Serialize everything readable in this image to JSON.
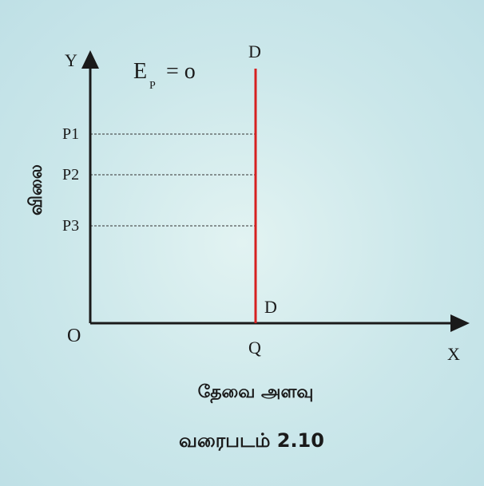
{
  "diagram": {
    "y_axis_label": "Y",
    "x_axis_label": "X",
    "origin_label": "O",
    "equation": {
      "main": "E",
      "subscript": "P",
      "rest": "= o"
    },
    "curve_top_label": "D",
    "curve_bottom_label": "D",
    "quantity_label": "Q",
    "price_levels": [
      "P1",
      "P2",
      "P3"
    ],
    "y_title": "விலை",
    "x_title": "தேவை அளவு",
    "caption": "வரைபடம் 2.10",
    "colors": {
      "curve": "#d62020",
      "axis": "#1a1a1a",
      "background": "#c6e4e8"
    }
  }
}
